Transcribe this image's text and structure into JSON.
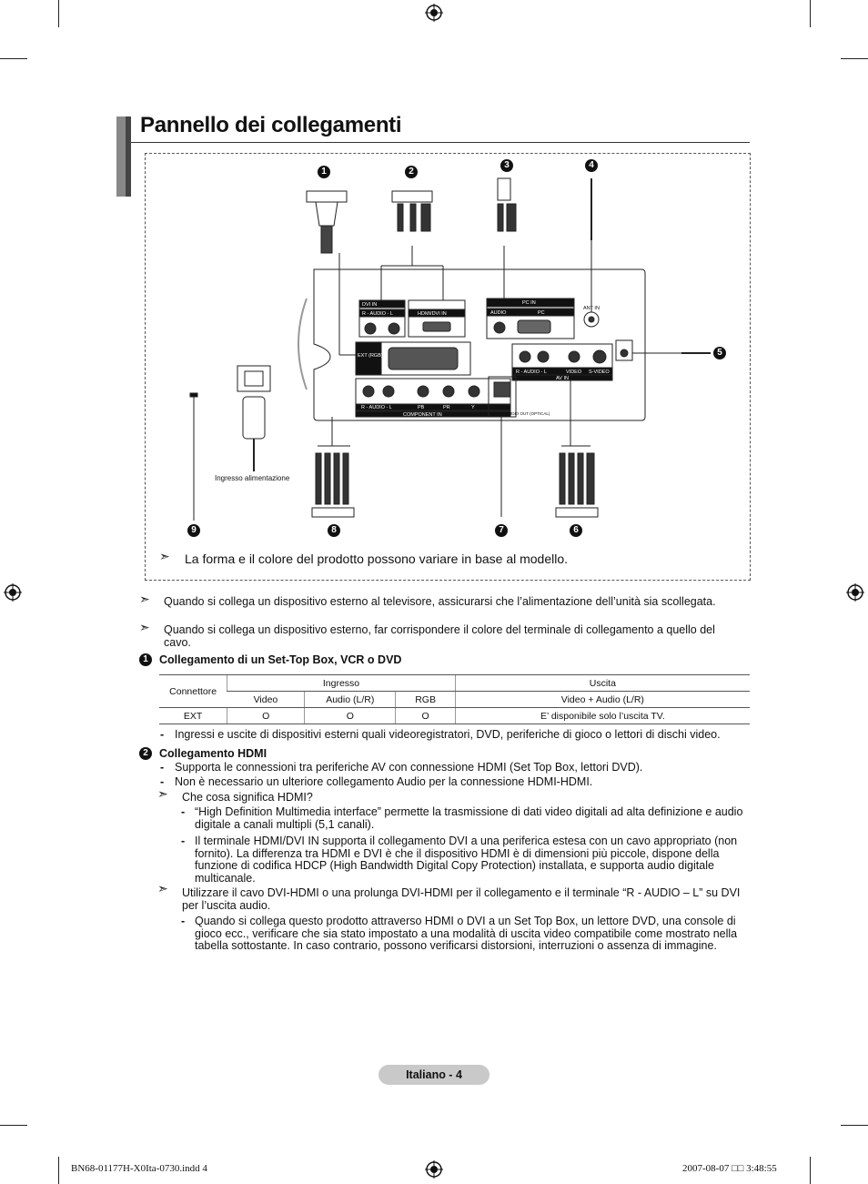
{
  "title": "Pannello dei collegamenti",
  "diagram": {
    "numbers": [
      "1",
      "2",
      "3",
      "4",
      "5",
      "6",
      "7",
      "8",
      "9"
    ],
    "panel_labels": {
      "dvi_in": "DVI IN",
      "dvi_audio": "R - AUDIO - L",
      "hdmi_dvi_in": "HDMI/DVI IN",
      "pc_in": "PC IN",
      "pc_audio": "AUDIO",
      "pc": "PC",
      "ant_in": "ANT IN",
      "ext_rgb": "EXT (RGB)",
      "av_audio": "R - AUDIO - L",
      "av_video": "VIDEO",
      "av_svideo": "S-VIDEO",
      "av_in": "AV IN",
      "comp_audio": "R - AUDIO - L",
      "comp_pb": "PB",
      "comp_pr": "PR",
      "comp_y": "Y",
      "component_in": "COMPONENT IN",
      "digital_audio_out": "DIGITAL AUDIO OUT (OPTICAL)"
    },
    "power_label": "Ingresso alimentazione",
    "note": "La forma e il colore del prodotto possono variare in base al modello."
  },
  "notes": [
    "Quando si collega un dispositivo esterno al televisore, assicurarsi che l’alimentazione dell’unità  sia scollegata.",
    "Quando si collega un dispositivo esterno, far corrispondere il colore del terminale di collegamento a quello del cavo."
  ],
  "section1": {
    "num": "1",
    "heading": "Collegamento di un Set-Top Box, VCR o DVD",
    "table": {
      "connettore": "Connettore",
      "ingresso": "Ingresso",
      "uscita": "Uscita",
      "video": "Video",
      "audio": "Audio (L/R)",
      "rgb": "RGB",
      "video_audio": "Video + Audio (L/R)",
      "row": [
        "EXT",
        "O",
        "O",
        "O",
        "E’ disponibile solo l’uscita TV."
      ]
    },
    "bullet": "Ingressi e uscite di dispositivi esterni quali videoregistratori, DVD, periferiche di gioco o lettori di dischi video."
  },
  "section2": {
    "num": "2",
    "heading": "Collegamento HDMI",
    "bullets": [
      "Supporta le connessioni tra periferiche AV con connessione HDMI (Set Top Box, lettori DVD).",
      "Non è necessario un ulteriore collegamento Audio per la connessione HDMI-HDMI."
    ],
    "q": "Che cosa significa HDMI?",
    "q_bullets": [
      "“High Definition Multimedia interface” permette la trasmissione di dati video digitali ad alta definizione e audio digitale a canali multipli (5,1 canali).",
      "Il terminale HDMI/DVI IN supporta il collegamento DVI a una periferica estesa con un cavo appropriato (non fornito). La differenza tra HDMI e DVI è che il dispositivo HDMI è di dimensioni più piccole, dispone della funzione di codifica HDCP (High Bandwidth Digital Copy Protection) installata, e supporta audio digitale multicanale."
    ],
    "note2": "Utilizzare il cavo DVI-HDMI o una prolunga DVI-HDMI per il collegamento e il terminale “R - AUDIO – L” su DVI per l’uscita audio.",
    "note2_bullet": "Quando si collega questo prodotto attraverso HDMI o DVI a un Set Top Box, un lettore DVD, una console di gioco ecc., verificare che sia stato impostato a una modalità di uscita video compatibile come mostrato nella tabella sottostante. In caso contrario, possono verificarsi distorsioni, interruzioni o assenza di immagine."
  },
  "footer": {
    "page": "Italiano - 4",
    "file": "BN68-01177H-X0Ita-0730.indd   4",
    "date": "2007-08-07   □□ 3:48:55"
  }
}
